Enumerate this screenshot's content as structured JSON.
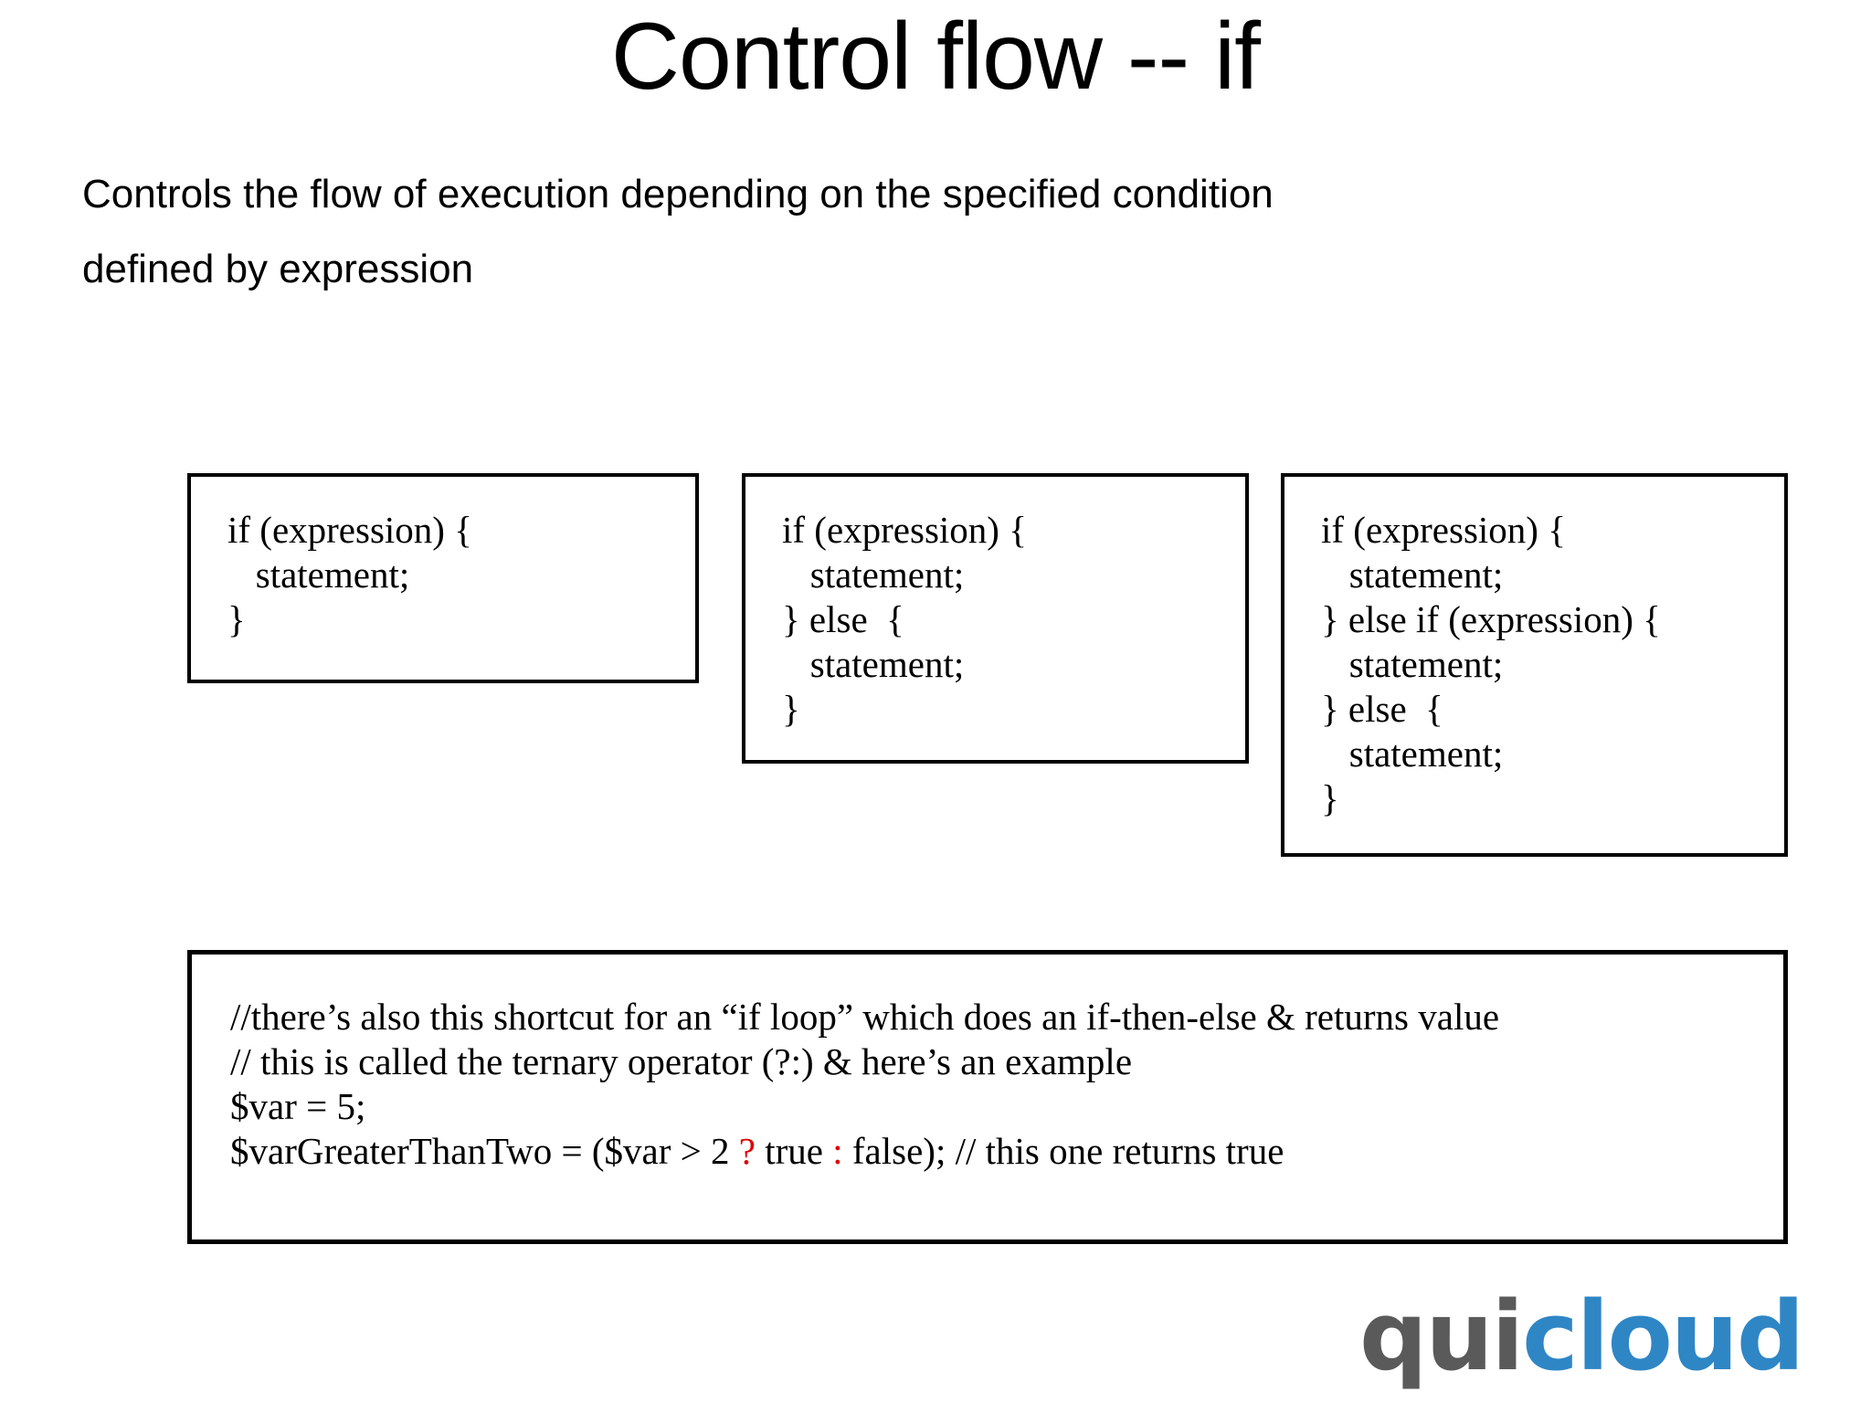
{
  "slide": {
    "title": "Control flow -- if",
    "subtitle_lines": [
      "Controls the flow of execution depending on the specified condition",
      "defined by expression"
    ]
  },
  "code_boxes": [
    {
      "name": "if-box",
      "lines": [
        "if (expression) {",
        "   statement;",
        "}"
      ]
    },
    {
      "name": "if-else-box",
      "lines": [
        "if (expression) {",
        "   statement;",
        "} else  {",
        "   statement;",
        "}"
      ]
    },
    {
      "name": "if-elseif-else-box",
      "lines": [
        "if (expression) {",
        "   statement;",
        "} else if (expression) {",
        "   statement;",
        "} else  {",
        "   statement;",
        "}"
      ]
    }
  ],
  "note_box": {
    "line1": "//there’s also this shortcut for an “if loop” which does an if-then-else & returns value",
    "line2": "// this is called the ternary operator (?:) & here’s an example",
    "line3": "$var = 5;",
    "line4_a": "$varGreaterThanTwo = ($var > 2 ",
    "line4_q": "?",
    "line4_b": " true ",
    "line4_c": ":",
    "line4_d": " false); // this one returns true"
  },
  "logo": {
    "part1": "qui",
    "part2": "cloud",
    "color1": "#5a5a5a",
    "color2": "#2f86c5"
  },
  "colors": {
    "background": "#ffffff",
    "text": "#000000",
    "border": "#000000",
    "ternary_red": "#e00000"
  }
}
